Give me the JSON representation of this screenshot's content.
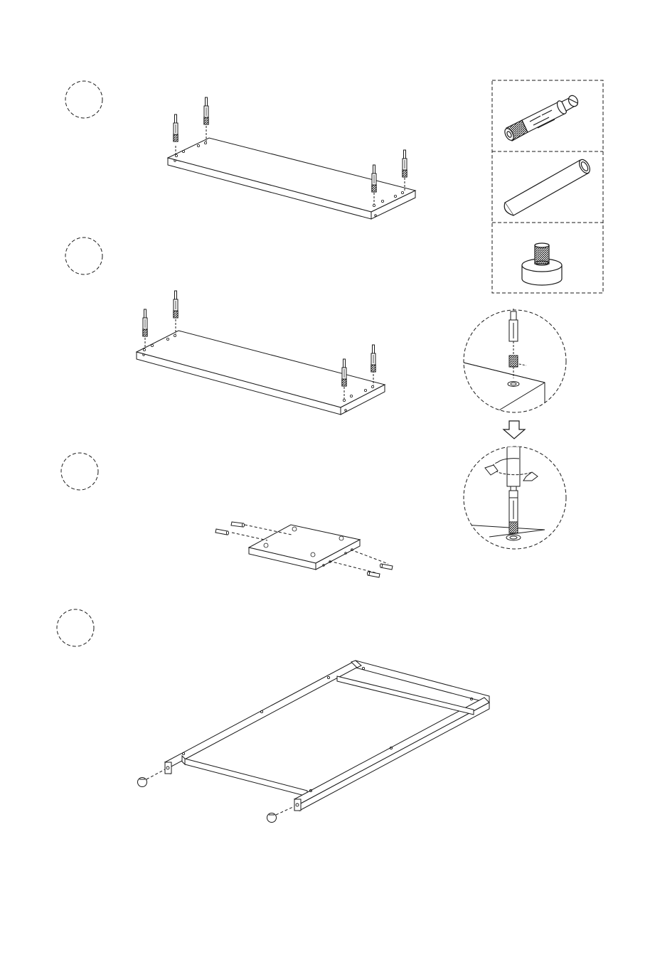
{
  "title": "",
  "steps": [
    {
      "number": "",
      "name": "shelf-panel-with-cam-bolts"
    },
    {
      "number": "",
      "name": "second-shelf-panel-with-cam-bolts"
    },
    {
      "number": "",
      "name": "small-panel-with-dowels"
    },
    {
      "number": "",
      "name": "metal-frame-with-glides"
    }
  ],
  "parts": [
    {
      "name": "cam-bolt-icon"
    },
    {
      "name": "wooden-dowel-icon"
    },
    {
      "name": "leveling-foot-icon"
    }
  ],
  "details": [
    {
      "name": "detail-insert-cam-bolt"
    },
    {
      "name": "detail-screw-in-cam-bolt"
    }
  ],
  "colors": {
    "line": "#1a1a1a",
    "background": "#ffffff"
  }
}
